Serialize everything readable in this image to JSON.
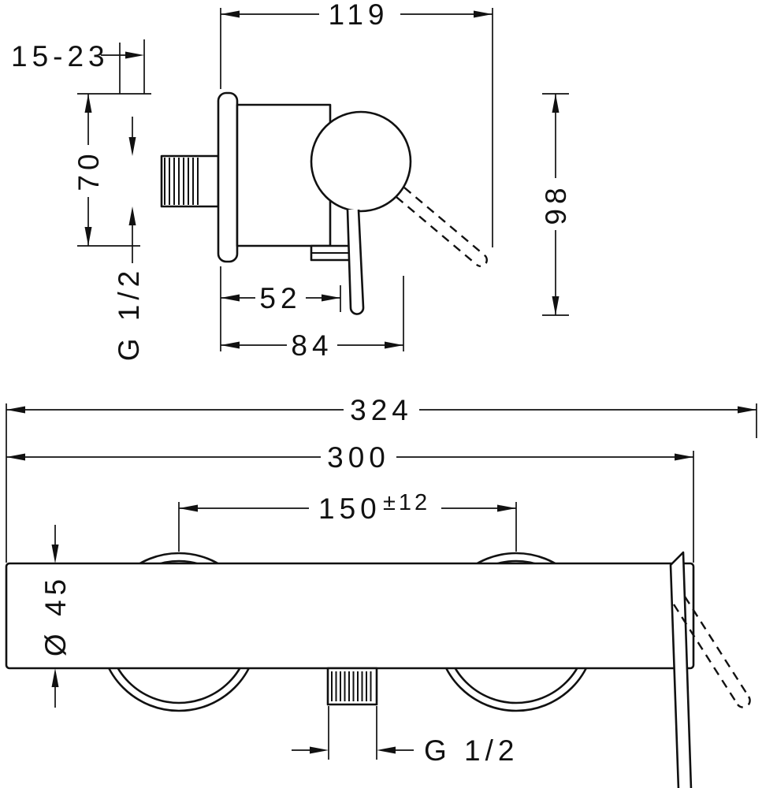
{
  "colors": {
    "line": "#111111",
    "background": "#ffffff"
  },
  "side_view": {
    "dim_119": "119",
    "dim_15_23": "15-23",
    "dim_70": "70",
    "thread": "G 1/2",
    "dim_52": "52",
    "dim_84": "84",
    "dim_98": "98"
  },
  "front_view": {
    "dim_324": "324",
    "dim_300": "300",
    "dim_150": "150",
    "tol_12": "±12",
    "dim_diameter": "Ø 45",
    "thread": "G 1/2"
  }
}
